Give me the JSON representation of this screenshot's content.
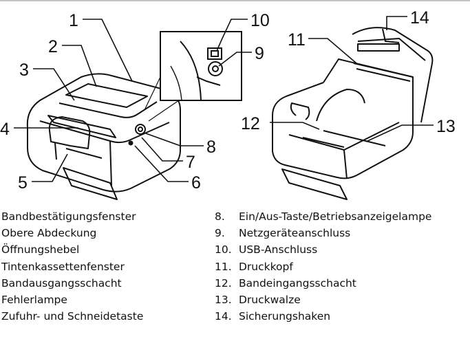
{
  "callouts": [
    "1",
    "2",
    "3",
    "4",
    "5",
    "6",
    "7",
    "8",
    "9",
    "10",
    "11",
    "12",
    "13",
    "14"
  ],
  "legend_left": [
    {
      "text": "Bandbestätigungsfenster"
    },
    {
      "text": "Obere Abdeckung"
    },
    {
      "text": "Öffnungshebel"
    },
    {
      "text": "Tintenkassettenfenster"
    },
    {
      "text": "Bandausgangsschacht"
    },
    {
      "text": "Fehlerlampe"
    },
    {
      "text": "Zufuhr- und Schneidetaste"
    }
  ],
  "legend_right": [
    {
      "num": "8.",
      "text": "Ein/Aus-Taste/Betriebsanzeigelampe"
    },
    {
      "num": "9.",
      "text": "Netzgeräteanschluss"
    },
    {
      "num": "10.",
      "text": "USB-Anschluss"
    },
    {
      "num": "11.",
      "text": "Druckkopf"
    },
    {
      "num": "12.",
      "text": "Bandeingangsschacht"
    },
    {
      "num": "13.",
      "text": "Druckwalze"
    },
    {
      "num": "14.",
      "text": "Sicherungshaken"
    }
  ]
}
